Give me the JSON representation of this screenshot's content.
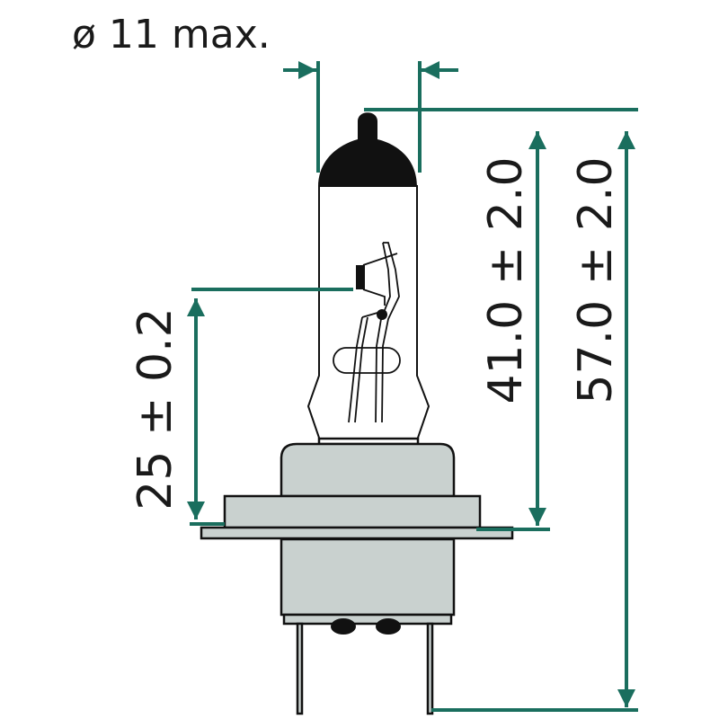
{
  "diameter_label": "ø 11 max.",
  "dimensions": {
    "light_center": "25 ± 0.2",
    "glass_length": "41.0 ± 2.0",
    "overall_length": "57.0 ± 2.0"
  },
  "colors": {
    "dimension_lines": "#1a6e5e",
    "base": "#c9d1cf",
    "outline": "#111111"
  }
}
